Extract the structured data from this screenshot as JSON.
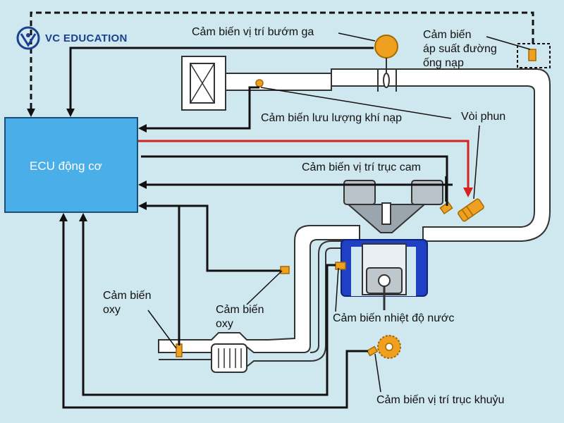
{
  "brand": {
    "name": "VC EDUCATION",
    "color": "#1c3f8f"
  },
  "ecu": {
    "label": "ECU động cơ",
    "color": "#4aaee8"
  },
  "labels": {
    "throttle_sensor": "Cảm biến vị trí bướm ga",
    "map_sensor_line1": "Cảm biến",
    "map_sensor_line2": "áp suất đường",
    "map_sensor_line3": "ống nạp",
    "airflow_sensor": "Cảm biến lưu lượng khí nạp",
    "injector": "Vòi phun",
    "cam_sensor": "Cảm biến vị trí trục cam",
    "oxy_left_line1": "Cảm biến",
    "oxy_left_line2": "oxy",
    "oxy_mid_line1": "Cảm biến",
    "oxy_mid_line2": "oxy",
    "coolant_sensor": "Cảm biến nhiệt độ nước",
    "crank_sensor": "Cảm biến vị trí trục khuỷu"
  },
  "colors": {
    "signal_line": "#111111",
    "injector_line": "#d42020",
    "pipe": "#ffffff",
    "pipe_edge": "#333333",
    "coolant": "#1f3fc4",
    "sensor": "#f0a020"
  }
}
